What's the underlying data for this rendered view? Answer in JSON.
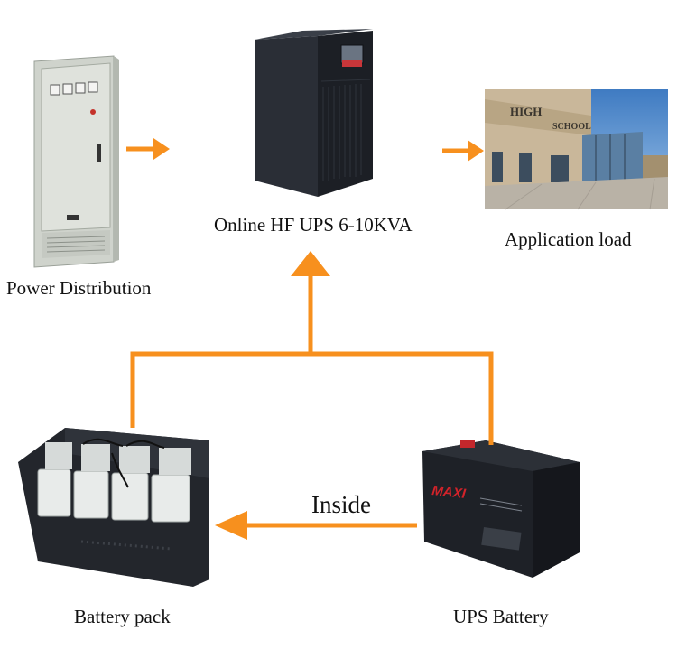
{
  "colors": {
    "arrow": "#f7901e",
    "equipment_dark": "#1f2229",
    "cabinet_light": "#d9dcd6",
    "battery_white": "#e9ecec",
    "sky": "#5a93cf",
    "maxi_red": "#d2232a"
  },
  "labels": {
    "power_distribution": "Power Distribution",
    "ups": "Online HF UPS 6-10KVA",
    "application_load": "Application load",
    "battery_pack": "Battery pack",
    "ups_battery": "UPS Battery",
    "inside": "Inside"
  },
  "images": {
    "cabinet": "power-distribution-cabinet",
    "ups": "ups-tower-unit",
    "school": "high-school-building-photo",
    "battery_pack": "battery-pack-cabinet",
    "ups_battery": "sealed-lead-acid-battery"
  },
  "building_text": {
    "sign_1": "HIGH",
    "sign_2": "SCHOOL"
  },
  "battery_brand": "MAXI"
}
